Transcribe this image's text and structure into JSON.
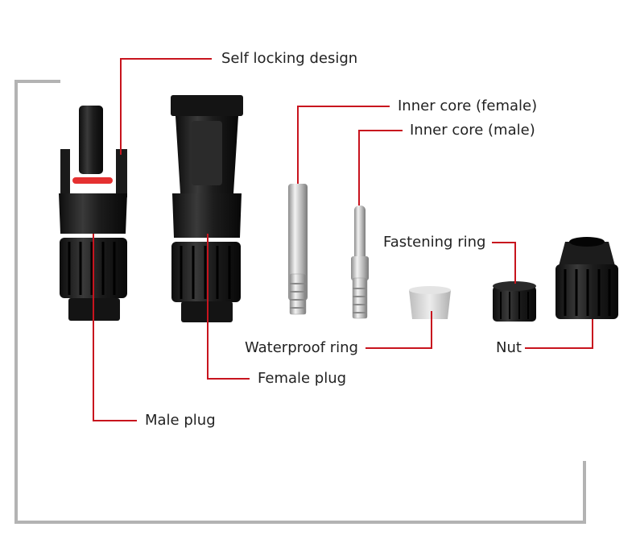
{
  "colors": {
    "leader_line": "#c8141e",
    "frame": "#b3b3b3",
    "plastic_dark": "#1a1a1a",
    "metal": "#c9c9c9",
    "seal_ring": "#d8d8d8",
    "oring": "#e53030"
  },
  "labels": {
    "self_locking": "Self locking design",
    "inner_core_female": "Inner core (female)",
    "inner_core_male": "Inner core (male)",
    "fastening_ring": "Fastening ring",
    "waterproof_ring": "Waterproof ring",
    "nut": "Nut",
    "female_plug": "Female plug",
    "male_plug": "Male plug"
  }
}
